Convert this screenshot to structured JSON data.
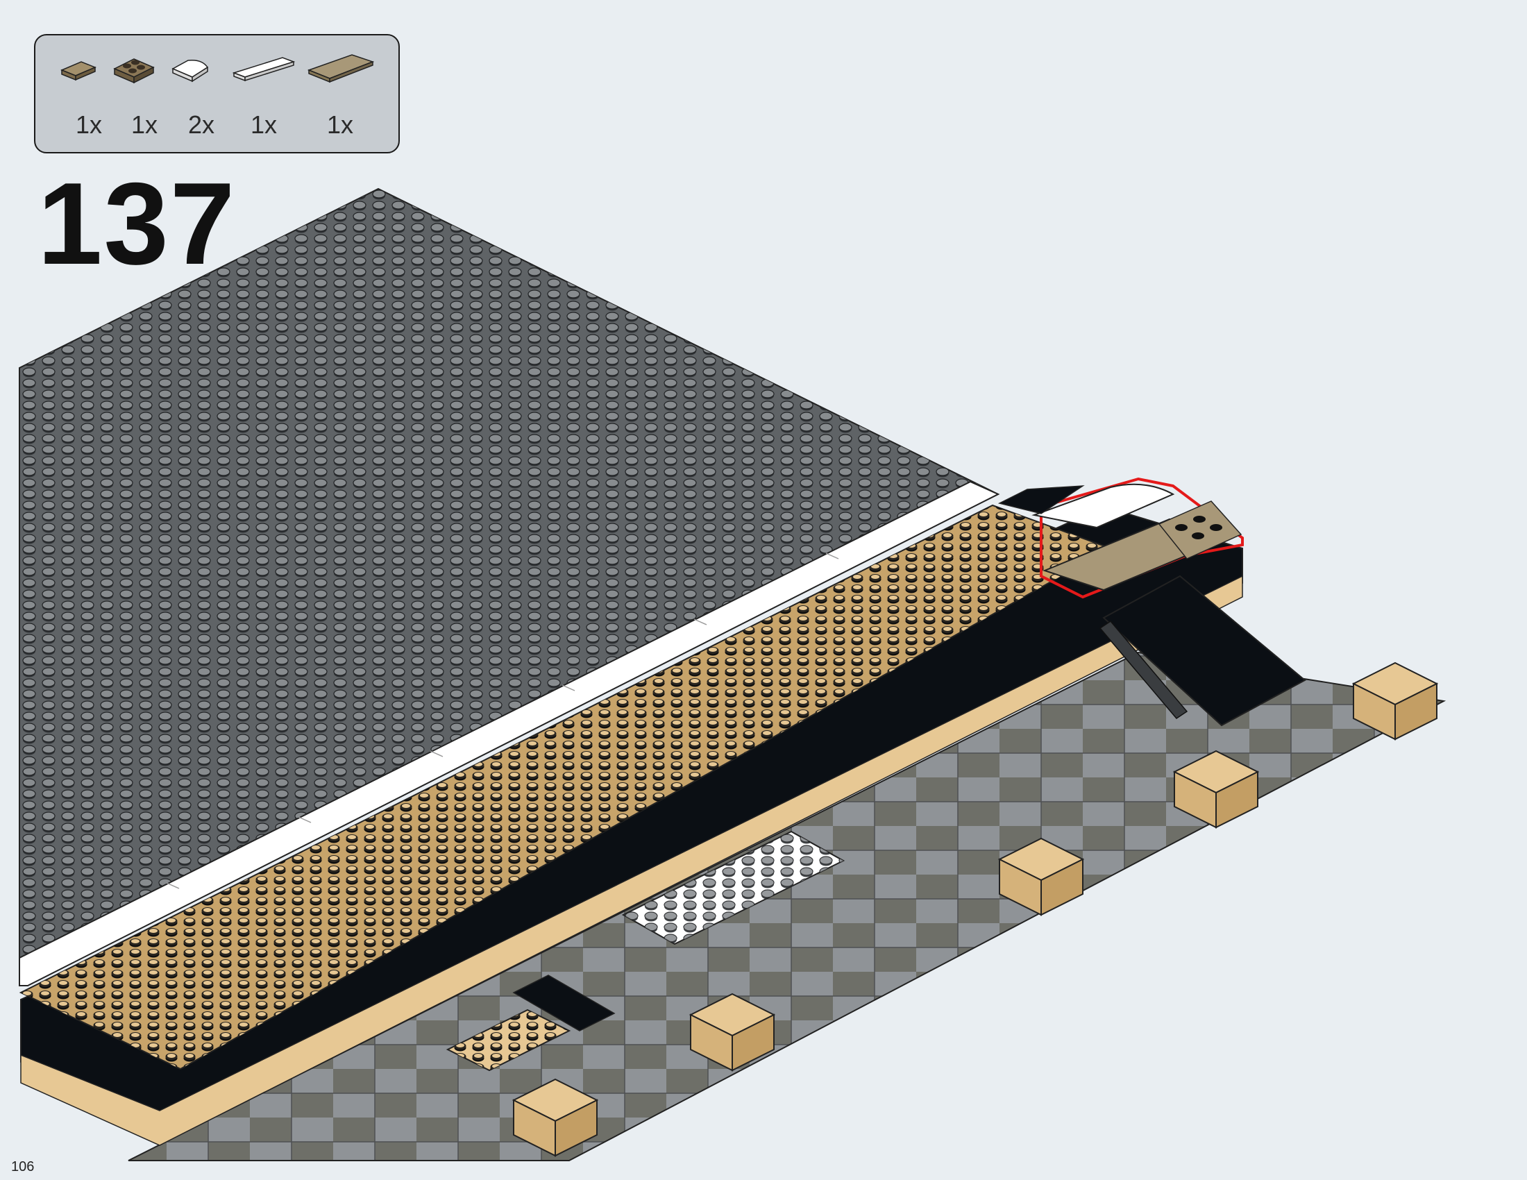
{
  "parts_list": {
    "items": [
      {
        "qty": "1x",
        "icon": "tan-tile-1x2-icon",
        "color": "#a3906c"
      },
      {
        "qty": "1x",
        "icon": "tan-plate-2x2-icon",
        "color": "#8c7857"
      },
      {
        "qty": "2x",
        "icon": "white-curved-slope-icon",
        "color": "#ffffff"
      },
      {
        "qty": "1x",
        "icon": "white-tile-1x4-icon",
        "color": "#ffffff"
      },
      {
        "qty": "1x",
        "icon": "dark-tan-tile-2x4-icon",
        "color": "#a89878"
      }
    ]
  },
  "step": {
    "number": "137"
  },
  "page": {
    "number": "106"
  },
  "colors": {
    "baseplate": "#5f6366",
    "stud_dark": "#2b2e31",
    "tan": "#e7c894",
    "tan_dark": "#c8a46a",
    "white": "#ffffff",
    "black": "#0b0f14",
    "floor_light": "#a7abaf",
    "floor_dark": "#6e6f68",
    "highlight": "#e41a1a",
    "background": "#e9eef2"
  }
}
